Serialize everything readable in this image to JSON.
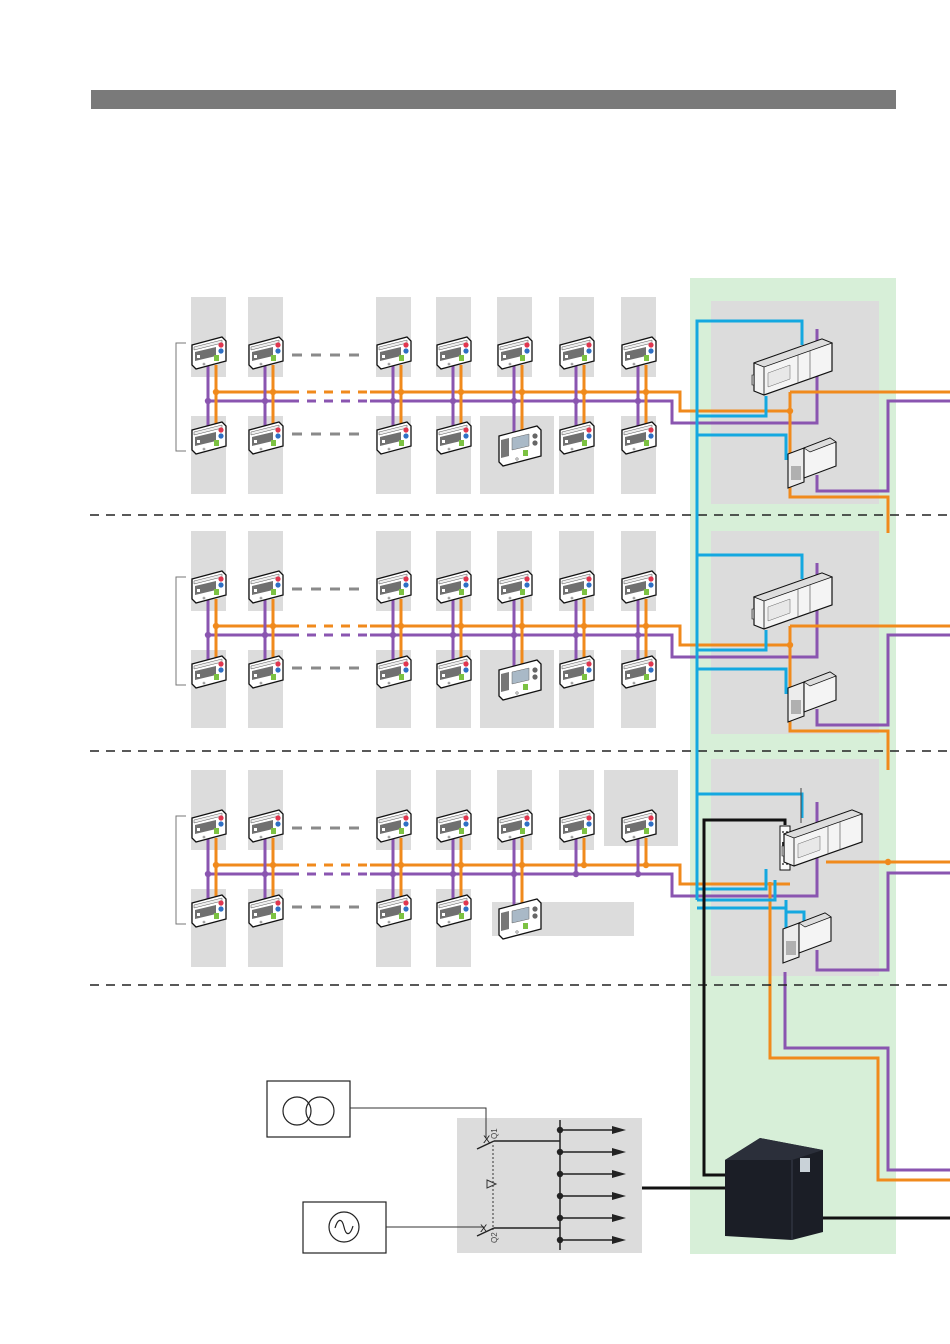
{
  "header": {
    "title": ""
  },
  "colors": {
    "header_bar": "#7a7a7a",
    "zone_bg": "#dcdcdc",
    "panel_zone": "#d7efd8",
    "bus_orange": "#f08a1c",
    "bus_purple": "#8a55b0",
    "bus_blue": "#14a8e0",
    "power_black": "#111111",
    "floor_divider": "#222222"
  },
  "legend": {
    "orange_bus": "bus-line-orange",
    "purple_bus": "bus-line-purple",
    "blue_link": "network-link-blue",
    "black_power": "power-line"
  },
  "floors": [
    {
      "name": "floor-1",
      "top_row": [
        "thermostat",
        "thermostat",
        "ellipsis",
        "thermostat",
        "thermostat",
        "thermostat",
        "thermostat",
        "thermostat"
      ],
      "bottom_row": [
        "thermostat",
        "thermostat",
        "ellipsis",
        "thermostat",
        "thermostat",
        "programmable-thermostat",
        "thermostat",
        "thermostat"
      ],
      "panel": [
        "controller-module",
        "power-supply-module"
      ]
    },
    {
      "name": "floor-2",
      "top_row": [
        "thermostat",
        "thermostat",
        "ellipsis",
        "thermostat",
        "thermostat",
        "thermostat",
        "thermostat",
        "thermostat"
      ],
      "bottom_row": [
        "thermostat",
        "thermostat",
        "ellipsis",
        "thermostat",
        "thermostat",
        "programmable-thermostat",
        "thermostat",
        "thermostat"
      ],
      "panel": [
        "controller-module",
        "power-supply-module"
      ]
    },
    {
      "name": "floor-3",
      "top_row": [
        "thermostat",
        "thermostat",
        "ellipsis",
        "thermostat",
        "thermostat",
        "thermostat",
        "thermostat",
        "thermostat"
      ],
      "bottom_row": [
        "thermostat",
        "thermostat",
        "ellipsis",
        "thermostat",
        "thermostat",
        "programmable-thermostat"
      ],
      "panel": [
        "circuit-breaker",
        "controller-module",
        "power-supply-module"
      ]
    }
  ],
  "power_section": {
    "transformer": "transformer-symbol",
    "generator": "ac-source-symbol",
    "switchboard": {
      "switch_labels": [
        "Q1",
        "Q2"
      ],
      "interlock": "interlock-symbol",
      "outgoing_feeders": 6
    },
    "ups": "ups-unit"
  }
}
